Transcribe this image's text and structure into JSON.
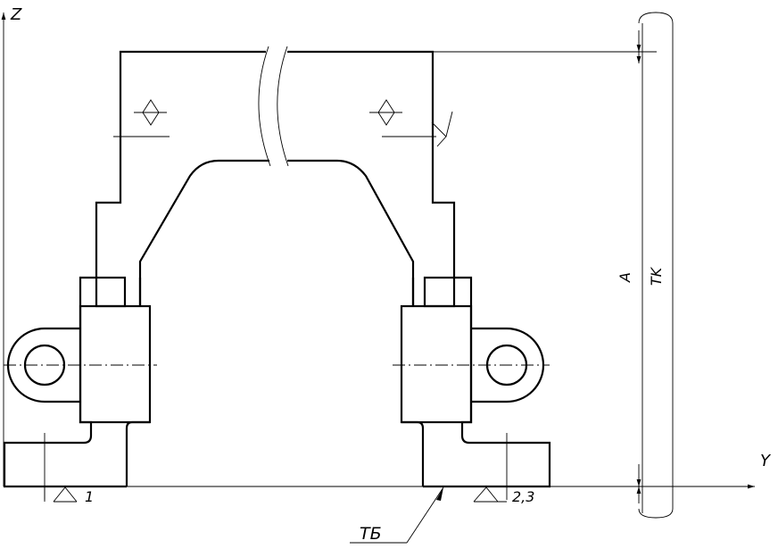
{
  "labels": {
    "axis_z": "Z",
    "axis_y": "Y",
    "dim_a": "A",
    "dim_tk": "TK",
    "base_1": "1",
    "base_23": "2,3",
    "tb": "ТБ"
  },
  "icons": {
    "base_symbol": "base-support-icon",
    "clamp_symbol": "clamp-diamond-icon",
    "roughness_symbol": "roughness-icon"
  },
  "colors": {
    "line": "#000000",
    "background": "#ffffff"
  }
}
